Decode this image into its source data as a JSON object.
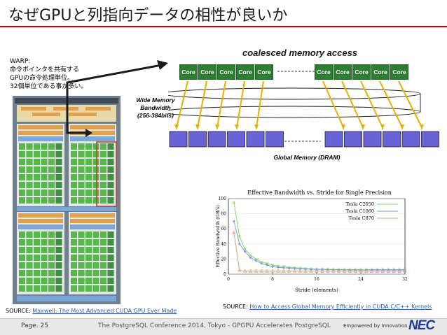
{
  "slide": {
    "title": "なぜGPUと列指向データの相性が良いか",
    "warp_note": {
      "lines": [
        "WARP:",
        "命令ポインタを共有する",
        "GPUの命令処理単位。",
        "32個単位である事が多い。"
      ]
    }
  },
  "diagram": {
    "title": "coalesced memory access",
    "core_label": "Core",
    "bandwidth_label": [
      "Wide Memory",
      "Bandwidth",
      "(256-384bits)"
    ],
    "memory_label": "Global Memory (DRAM)",
    "colors": {
      "core": "#2e7d32",
      "memory_cell": "#6a63d8",
      "arrow": "#e5b100"
    }
  },
  "chart_data": {
    "type": "line",
    "title": "Effective Bandwidth vs. Stride for Single Precision",
    "xlabel": "Stride (elements)",
    "ylabel": "Effective Bandwidth (GB/s)",
    "xlim": [
      0,
      32
    ],
    "ylim": [
      0,
      100
    ],
    "xticks": [
      "0",
      "8",
      "16",
      "24",
      "32"
    ],
    "yticks": [
      "0",
      "20",
      "40",
      "60",
      "80",
      "100"
    ],
    "legend_position": "top-right",
    "x": [
      1,
      2,
      3,
      4,
      5,
      6,
      7,
      8,
      9,
      10,
      11,
      12,
      13,
      14,
      15,
      16,
      17,
      18,
      19,
      20,
      21,
      22,
      23,
      24,
      25,
      26,
      27,
      28,
      29,
      30,
      31,
      32
    ],
    "series": [
      {
        "name": "Tesla C2050",
        "color": "#8fd16a",
        "marker": "x",
        "values": [
          95,
          50,
          33,
          25,
          20,
          16,
          14,
          12,
          11,
          10,
          9,
          8.5,
          8,
          7.5,
          7,
          6.5,
          6.5,
          6.3,
          6.2,
          6.1,
          6,
          6,
          6,
          6,
          6,
          6,
          6,
          6,
          6,
          6,
          6,
          6
        ]
      },
      {
        "name": "Tesla C1060",
        "color": "#7c9ee5",
        "marker": "diamond",
        "values": [
          70,
          40,
          30,
          22,
          18,
          14,
          12,
          10,
          9,
          8.5,
          8,
          7.5,
          7,
          6.8,
          6.6,
          6.4,
          6.2,
          6,
          5.9,
          5.8,
          5.7,
          5.6,
          5.6,
          5.5,
          5.5,
          5.5,
          5.5,
          5.5,
          5.5,
          5.5,
          5.5,
          5.5
        ]
      },
      {
        "name": "Tesla C870",
        "color": "#d8a07a",
        "marker": "triangle",
        "values": [
          55,
          5,
          4,
          4,
          4,
          4,
          4,
          4,
          4,
          4,
          4,
          4,
          4,
          4,
          4,
          4,
          4,
          4,
          4,
          4,
          4,
          4,
          4,
          4,
          4,
          4,
          4,
          4,
          4,
          4,
          4,
          4
        ]
      }
    ]
  },
  "sources": {
    "left_prefix": "SOURCE: ",
    "left_link": "Maxwell: The Most Advanced CUDA GPU Ever Made",
    "right_prefix": "SOURCE: ",
    "right_link": "How to Access Global Memory Efficiently in CUDA C/C++ Kernels"
  },
  "footer": {
    "page": "Page. 25",
    "conference": "The PostgreSQL Conference 2014, Tokyo - GPGPU Accelerates PostgreSQL",
    "tagline": "Empowered by Innovation",
    "logo": "NEC"
  }
}
